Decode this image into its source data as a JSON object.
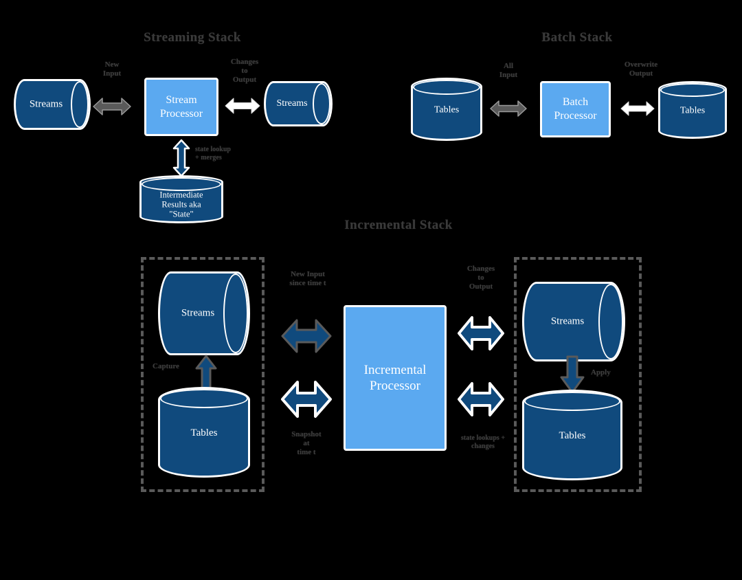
{
  "diagram": {
    "title_streaming": "Streaming Stack",
    "title_batch": "Batch Stack",
    "title_incremental": "Incremental Stack"
  },
  "streaming_stack": {
    "input_store_label": "Streams",
    "processor_label": "Stream\nProcessor",
    "output_store_label": "Streams",
    "state_store_label": "Intermediate\nResults aka\n\"State\"",
    "edge_input": "New\nInput",
    "edge_output": "Changes\nto\nOutput",
    "edge_state": "state lookup\n+ merges"
  },
  "batch_stack": {
    "input_store_label": "Tables",
    "processor_label": "Batch\nProcessor",
    "output_store_label": "Tables",
    "edge_input": "All\nInput",
    "edge_output": "Overwrite\nOutput"
  },
  "incremental_stack": {
    "source_streams_label": "Streams",
    "source_tables_label": "Tables",
    "sink_streams_label": "Streams",
    "sink_tables_label": "Tables",
    "processor_label": "Incremental\nProcessor",
    "edge_new_input": "New Input\nsince time t",
    "edge_snapshot": "Snapshot\nat\ntime t",
    "edge_changes_output": "Changes\nto\nOutput",
    "edge_state_lookups": "state lookups +\nchanges",
    "edge_capture": "Capture",
    "edge_apply": "Apply"
  },
  "colors": {
    "background": "#000000",
    "processor_fill": "#5BA9F0",
    "store_fill": "#104A7D",
    "outline": "#FFFFFF",
    "arrow_gray": "#5A5A5A",
    "arrow_navy": "#104A7D",
    "text_dark": "#3D3D3D",
    "dashed_border": "#5A5A5A"
  }
}
